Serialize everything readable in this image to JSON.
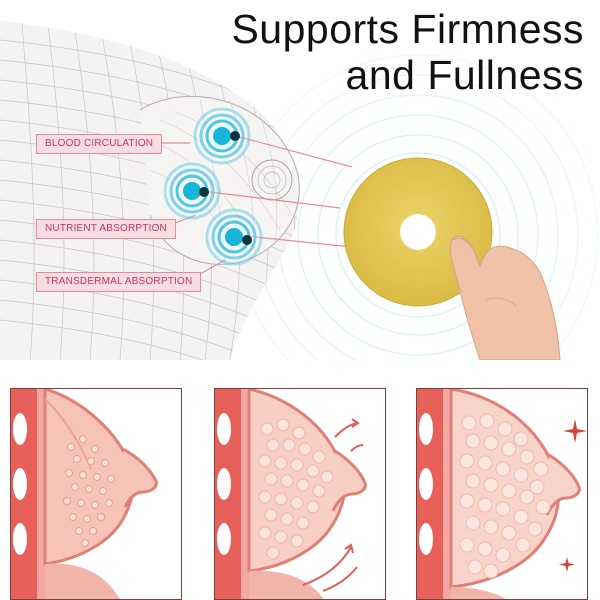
{
  "headline": {
    "line1": "Supports Firmness",
    "line2": "and Fullness"
  },
  "labels": {
    "blood": "BLOOD CIRCULATION",
    "nutrient": "NUTRIENT ABSORPTION",
    "transdermal": "TRANSDERMAL ABSORPTION"
  },
  "colors": {
    "label_text": "#c8345f",
    "label_fill": "#f6dde4",
    "patch": "#e2c650",
    "pulse": "#19b5d8",
    "tissue": "#f6b8ab"
  }
}
